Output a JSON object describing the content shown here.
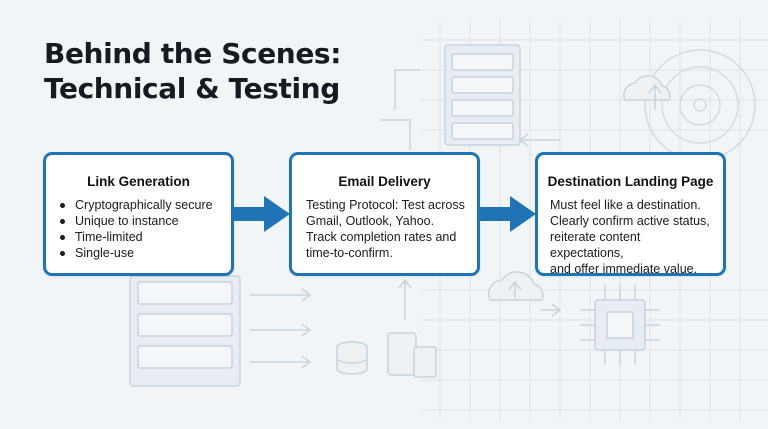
{
  "title": {
    "line1": "Behind the Scenes:",
    "line2": "Technical & Testing"
  },
  "colors": {
    "card_border": "#1f74b6",
    "arrow": "#1f74b6",
    "background": "#f1f5f8",
    "illustration_line": "#c9d3dc"
  },
  "cards": [
    {
      "title": "Link Generation",
      "bullets": [
        "Cryptographically secure",
        "Unique to instance",
        "Time-limited",
        "Single-use"
      ]
    },
    {
      "title": "Email Delivery",
      "lines": [
        "Testing Protocol: Test across",
        "Gmail, Outlook, Yahoo.",
        "Track completion rates and",
        "time-to-confirm."
      ]
    },
    {
      "title": "Destination Landing Page",
      "lines": [
        "Must feel like a destination.",
        "Clearly confirm active status,",
        "reiterate content expectations,",
        "and offer immediate value."
      ]
    }
  ],
  "icons": {
    "flow_arrow": "right-arrow-icon",
    "background_illustrations": [
      "server-rack-icon",
      "circuit-chip-icon",
      "cloud-icon",
      "database-icon",
      "mobile-device-icon",
      "radar-icon"
    ]
  }
}
